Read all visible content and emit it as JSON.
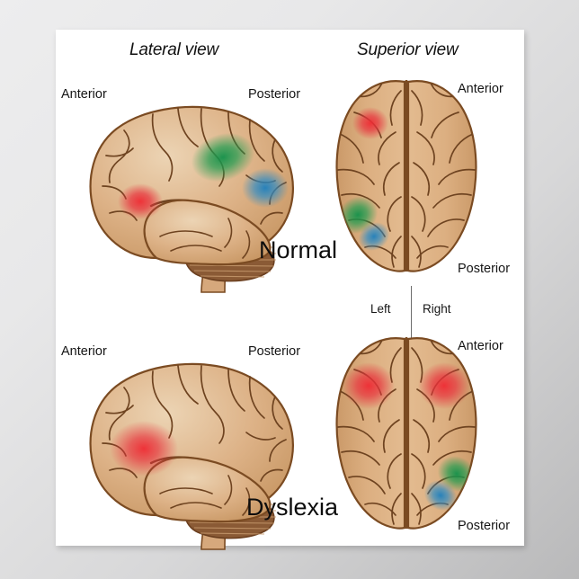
{
  "poster": {
    "background_color": "#ffffff",
    "stage_gradient": [
      "#ededee",
      "#b9b9ba"
    ]
  },
  "titles": {
    "lateral": "Lateral view",
    "superior": "Superior view"
  },
  "conditions": {
    "normal": "Normal",
    "dyslexia": "Dyslexia"
  },
  "orientation": {
    "anterior": "Anterior",
    "posterior": "Posterior",
    "left": "Left",
    "right": "Right"
  },
  "colors": {
    "brain_fill": "#d9a97b",
    "brain_fill_light": "#e8cfae",
    "brain_outline": "#7b4b22",
    "sulci": "#6e4320",
    "cerebellum": "#8a5a35",
    "cerebellum_stripe": "#c79a6e",
    "brainstem": "#d6a87c",
    "activation_red": "#e8323c",
    "activation_green": "#1f9b4f",
    "activation_blue": "#2e8bc4",
    "divider": "#6d6d6d",
    "text": "#111111"
  },
  "panels": [
    {
      "condition": "Normal",
      "lateral": {
        "labels": {
          "anterior": "Anterior",
          "posterior": "Posterior"
        },
        "activations": [
          {
            "color_name": "activation_red",
            "region": "inferior-frontal-gyrus",
            "size": "small"
          },
          {
            "color_name": "activation_green",
            "region": "parieto-temporal",
            "size": "large"
          },
          {
            "color_name": "activation_blue",
            "region": "occipito-temporal",
            "size": "medium"
          }
        ]
      },
      "superior": {
        "labels": {
          "anterior": "Anterior",
          "posterior": "Posterior"
        },
        "activations": [
          {
            "color_name": "activation_red",
            "hemisphere": "left",
            "position": "anterior",
            "size": "small"
          },
          {
            "color_name": "activation_green",
            "hemisphere": "left",
            "position": "posterior",
            "size": "medium"
          },
          {
            "color_name": "activation_blue",
            "hemisphere": "left",
            "position": "posterior",
            "size": "small"
          }
        ]
      }
    },
    {
      "condition": "Dyslexia",
      "lateral": {
        "labels": {
          "anterior": "Anterior",
          "posterior": "Posterior"
        },
        "activations": [
          {
            "color_name": "activation_red",
            "region": "inferior-frontal-gyrus",
            "size": "large"
          }
        ]
      },
      "superior": {
        "labels": {
          "anterior": "Anterior",
          "posterior": "Posterior"
        },
        "activations": [
          {
            "color_name": "activation_red",
            "hemisphere": "left",
            "position": "anterior",
            "size": "large"
          },
          {
            "color_name": "activation_red",
            "hemisphere": "right",
            "position": "anterior",
            "size": "large"
          },
          {
            "color_name": "activation_green",
            "hemisphere": "right",
            "position": "posterior",
            "size": "medium"
          },
          {
            "color_name": "activation_blue",
            "hemisphere": "right",
            "position": "posterior",
            "size": "medium"
          }
        ]
      }
    }
  ]
}
